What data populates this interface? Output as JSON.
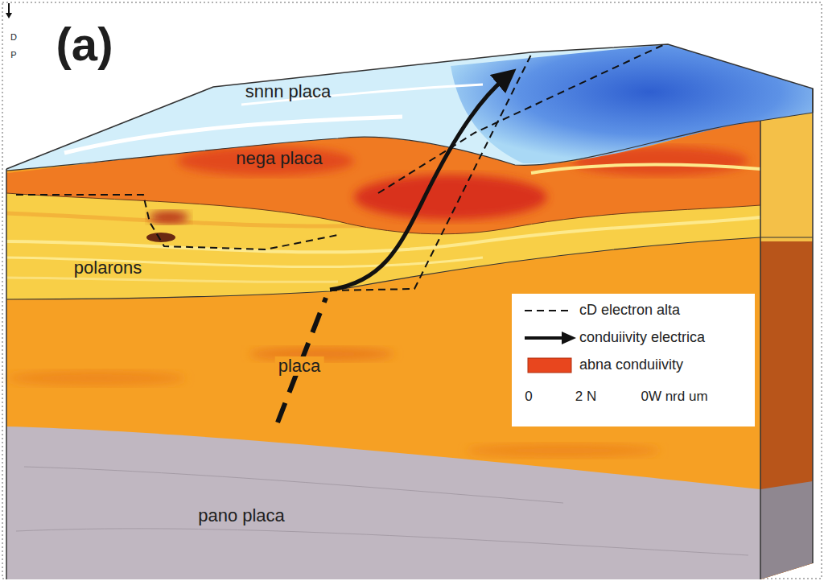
{
  "diagram": {
    "labels": [
      "(a)",
      "D",
      "P",
      "snnn placa",
      "nega placa",
      "polarons",
      "placa",
      "pano placa",
      "0",
      "2 N",
      "0W nrd um"
    ],
    "legend": [
      {
        "text": "cD electron alta"
      },
      {
        "text": "conduiivity electrica"
      },
      {
        "text": "abna conduiivity",
        "color": "#e8461e"
      }
    ]
  }
}
